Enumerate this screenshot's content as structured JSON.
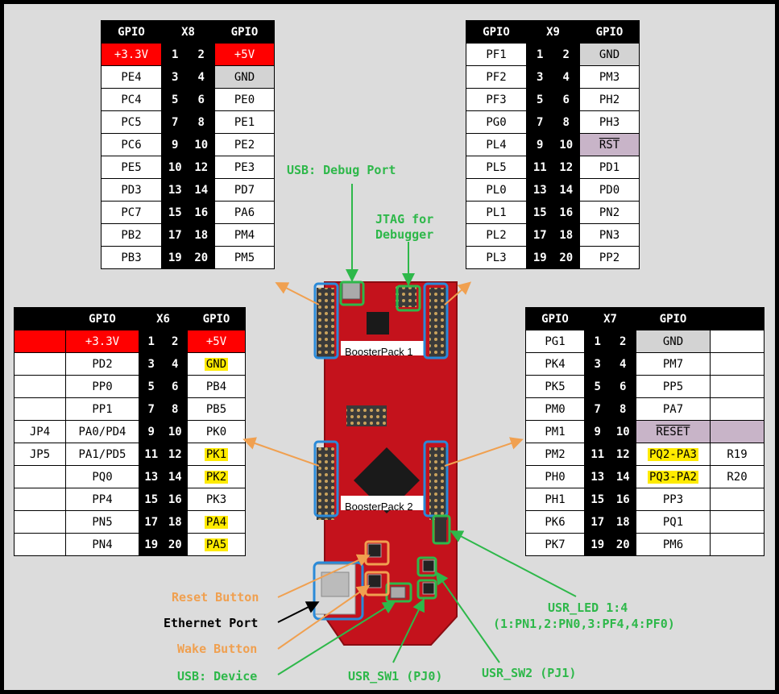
{
  "tables": {
    "x8": {
      "headers": [
        "GPIO",
        "X8",
        "GPIO"
      ],
      "rows": [
        [
          "+3.3V",
          "1",
          "2",
          "+5V"
        ],
        [
          "PE4",
          "3",
          "4",
          "GND"
        ],
        [
          "PC4",
          "5",
          "6",
          "PE0"
        ],
        [
          "PC5",
          "7",
          "8",
          "PE1"
        ],
        [
          "PC6",
          "9",
          "10",
          "PE2"
        ],
        [
          "PE5",
          "10",
          "12",
          "PE3"
        ],
        [
          "PD3",
          "13",
          "14",
          "PD7"
        ],
        [
          "PC7",
          "15",
          "16",
          "PA6"
        ],
        [
          "PB2",
          "17",
          "18",
          "PM4"
        ],
        [
          "PB3",
          "19",
          "20",
          "PM5"
        ]
      ]
    },
    "x9": {
      "headers": [
        "GPIO",
        "X9",
        "GPIO"
      ],
      "rows": [
        [
          "PF1",
          "1",
          "2",
          "GND"
        ],
        [
          "PF2",
          "3",
          "4",
          "PM3"
        ],
        [
          "PF3",
          "5",
          "6",
          "PH2"
        ],
        [
          "PG0",
          "7",
          "8",
          "PH3"
        ],
        [
          "PL4",
          "9",
          "10",
          "RST"
        ],
        [
          "PL5",
          "11",
          "12",
          "PD1"
        ],
        [
          "PL0",
          "13",
          "14",
          "PD0"
        ],
        [
          "PL1",
          "15",
          "16",
          "PN2"
        ],
        [
          "PL2",
          "17",
          "18",
          "PN3"
        ],
        [
          "PL3",
          "19",
          "20",
          "PP2"
        ]
      ]
    },
    "x6": {
      "headers": [
        "",
        "GPIO",
        "X6",
        "GPIO"
      ],
      "rows": [
        [
          "",
          "+3.3V",
          "1",
          "2",
          "+5V"
        ],
        [
          "",
          "PD2",
          "3",
          "4",
          "GND"
        ],
        [
          "",
          "PP0",
          "5",
          "6",
          "PB4"
        ],
        [
          "",
          "PP1",
          "7",
          "8",
          "PB5"
        ],
        [
          "JP4",
          "PA0/PD4",
          "9",
          "10",
          "PK0"
        ],
        [
          "JP5",
          "PA1/PD5",
          "11",
          "12",
          "PK1"
        ],
        [
          "",
          "PQ0",
          "13",
          "14",
          "PK2"
        ],
        [
          "",
          "PP4",
          "15",
          "16",
          "PK3"
        ],
        [
          "",
          "PN5",
          "17",
          "18",
          "PA4"
        ],
        [
          "",
          "PN4",
          "19",
          "20",
          "PA5"
        ]
      ]
    },
    "x7": {
      "headers": [
        "GPIO",
        "X7",
        "GPIO",
        ""
      ],
      "rows": [
        [
          "PG1",
          "1",
          "2",
          "GND",
          ""
        ],
        [
          "PK4",
          "3",
          "4",
          "PM7",
          ""
        ],
        [
          "PK5",
          "5",
          "6",
          "PP5",
          ""
        ],
        [
          "PM0",
          "7",
          "8",
          "PA7",
          ""
        ],
        [
          "PM1",
          "9",
          "10",
          "RESET",
          ""
        ],
        [
          "PM2",
          "11",
          "12",
          "PQ2-PA3",
          "R19"
        ],
        [
          "PH0",
          "13",
          "14",
          "PQ3-PA2",
          "R20"
        ],
        [
          "PH1",
          "15",
          "16",
          "PP3",
          ""
        ],
        [
          "PK6",
          "17",
          "18",
          "PQ1",
          ""
        ],
        [
          "PK7",
          "19",
          "20",
          "PM6",
          ""
        ]
      ]
    }
  },
  "labels": {
    "usb_debug": "USB: Debug Port",
    "jtag_line1": "JTAG for",
    "jtag_line2": "Debugger",
    "reset_button": "Reset Button",
    "ethernet_port": "Ethernet Port",
    "wake_button": "Wake Button",
    "usb_device": "USB: Device",
    "usr_sw1": "USR_SW1 (PJ0)",
    "usr_sw2": "USR_SW2 (PJ1)",
    "usr_led_line1": "USR_LED 1:4",
    "usr_led_line2": "(1:PN1,2:PN0,3:PF4,4:PF0)",
    "boosterpack1": "BoosterPack 1",
    "boosterpack2": "BoosterPack 2"
  },
  "colors": {
    "green": "#2eb84a",
    "orange": "#f0a050",
    "blue": "#2a8ad8",
    "board_red": "#c4121c",
    "highlight_red": "#ff0000",
    "highlight_yellow": "#ffeb00",
    "highlight_purple": "#c8b4c8"
  }
}
